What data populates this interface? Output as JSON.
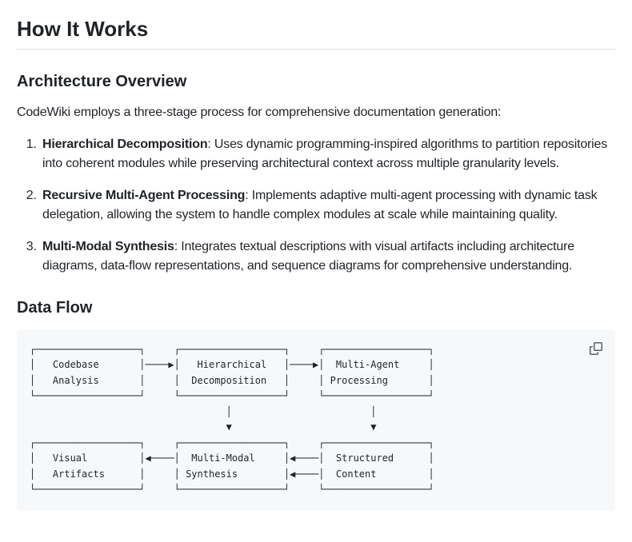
{
  "page": {
    "title": "How It Works"
  },
  "colors": {
    "text": "#1f2328",
    "heading_rule": "#d8dee4",
    "code_block_bg": "#f6f8fa",
    "copy_icon": "#57606a"
  },
  "architecture": {
    "heading": "Architecture Overview",
    "intro": "CodeWiki employs a three-stage process for comprehensive documentation generation:",
    "steps": [
      {
        "number": "1.",
        "term": "Hierarchical Decomposition",
        "desc": ": Uses dynamic programming-inspired algorithms to partition repositories into coherent modules while preserving architectural context across multiple granularity levels."
      },
      {
        "number": "2.",
        "term": "Recursive Multi-Agent Processing",
        "desc": ": Implements adaptive multi-agent processing with dynamic task delegation, allowing the system to handle complex modules at scale while maintaining quality."
      },
      {
        "number": "3.",
        "term": "Multi-Modal Synthesis",
        "desc": ": Integrates textual descriptions with visual artifacts including architecture diagrams, data-flow representations, and sequence diagrams for comprehensive understanding."
      }
    ]
  },
  "data_flow": {
    "heading": "Data Flow",
    "copy_button_icon": "copy-icon",
    "nodes": [
      "Codebase Analysis",
      "Hierarchical Decomposition",
      "Multi-Agent Processing",
      "Visual Artifacts",
      "Multi-Modal Synthesis",
      "Structured Content"
    ],
    "edges": [
      "Codebase Analysis -> Hierarchical Decomposition",
      "Hierarchical Decomposition -> Multi-Agent Processing",
      "Hierarchical Decomposition -> Multi-Modal Synthesis",
      "Multi-Agent Processing -> Structured Content",
      "Multi-Modal Synthesis -> Visual Artifacts",
      "Structured Content -> Multi-Modal Synthesis"
    ],
    "diagram": "┌──────────────────┐     ┌──────────────────┐     ┌──────────────────┐\n│   Codebase       │────▶│   Hierarchical   │────▶│  Multi-Agent     │\n│   Analysis       │     │  Decomposition   │     │ Processing       │\n└──────────────────┘     └──────────────────┘     └──────────────────┘\n                                  │                        │\n                                  ▼                        ▼\n┌──────────────────┐     ┌──────────────────┐     ┌──────────────────┐\n│   Visual         │◀────│  Multi-Modal     │◀────│  Structured      │\n│   Artifacts      │     │ Synthesis        │◀────│  Content         │\n└──────────────────┘     └──────────────────┘     └──────────────────┘"
  }
}
